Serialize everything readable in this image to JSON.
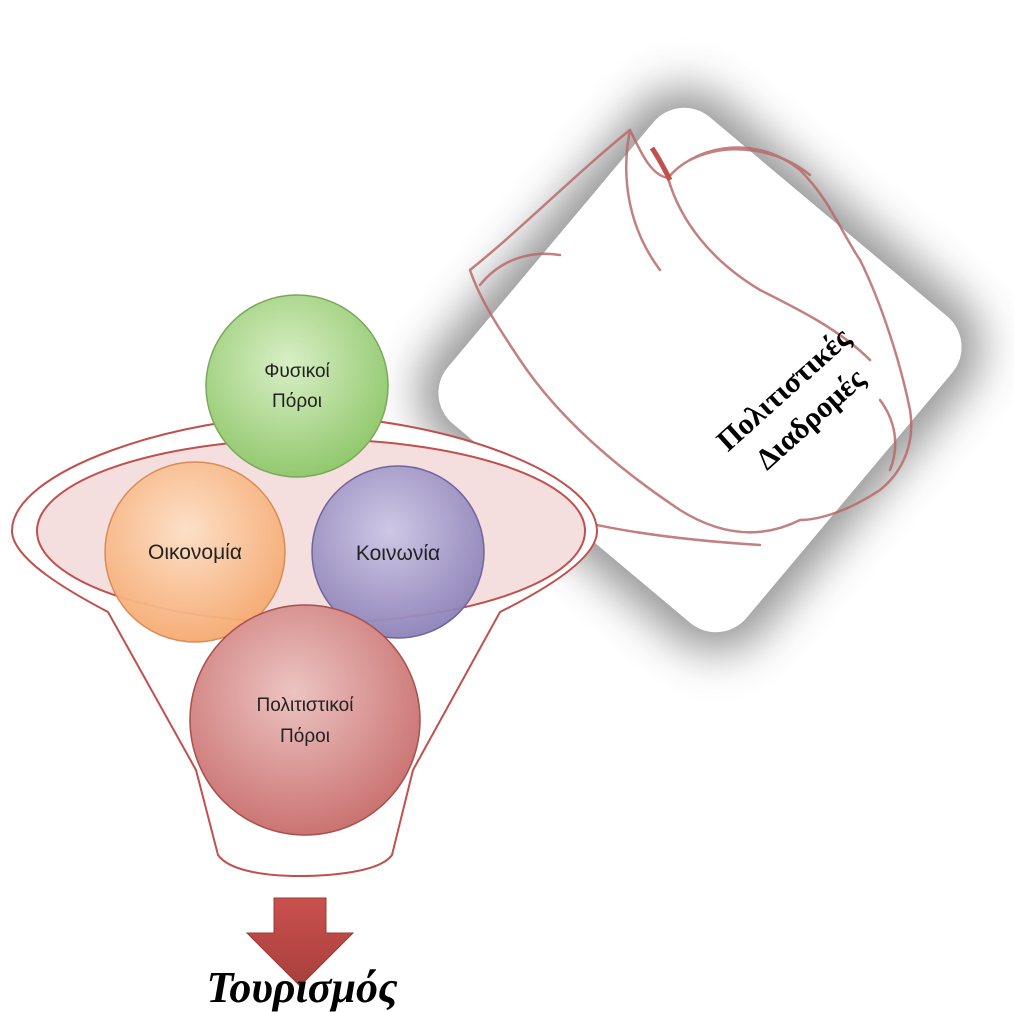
{
  "diagram": {
    "pitcher_label": {
      "line1": "Πολιτιστικές",
      "line2": "Διαδρομές"
    },
    "circles": {
      "natural": {
        "line1": "Φυσικοί",
        "line2": "Πόροι",
        "color": "#8fc76a"
      },
      "economy": {
        "label": "Οικονομία",
        "color": "#f5a76c"
      },
      "society": {
        "label": "Κοινωνία",
        "color": "#8a7fb6"
      },
      "cultural": {
        "line1": "Πολιτιστικοί",
        "line2": "Πόροι",
        "color": "#c9706e"
      }
    },
    "result_label": "Τουρισμός",
    "colors": {
      "funnel_outline": "#c0504d",
      "arrow": "#c0504d",
      "pitcher_outline": "#b86a6a"
    }
  }
}
